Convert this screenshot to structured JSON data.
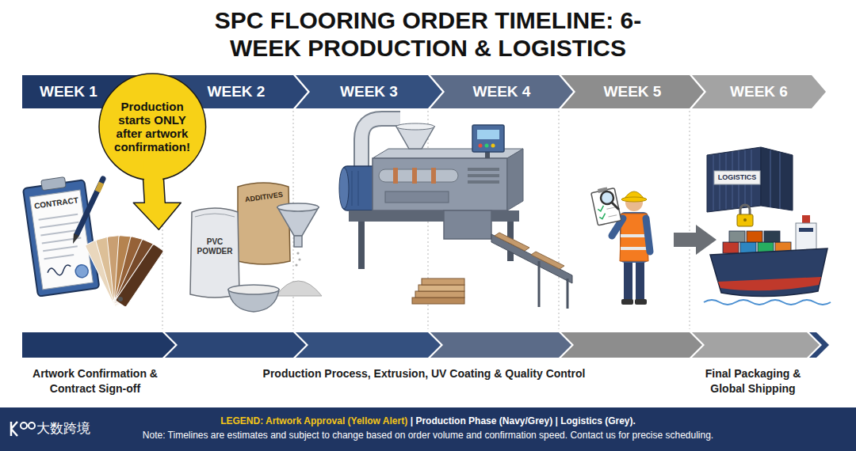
{
  "diagram": {
    "title": "SPC FLOORING ORDER TIMELINE: 6-WEEK PRODUCTION & LOGISTICS",
    "nodes": [
      {
        "text": [
          "WEEK 1"
        ]
      },
      {
        "text": [
          "WEEK 2"
        ]
      },
      {
        "text": [
          "WEEK 3"
        ]
      },
      {
        "text": [
          "WEEK 4"
        ]
      },
      {
        "text": [
          "WEEK 5"
        ]
      },
      {
        "text": [
          "WEEK 6"
        ]
      },
      {
        "text": [
          "Production starts ONLY after artwork confirmation!"
        ]
      },
      {
        "text": [
          "LEGEND: Artwork Approval (Yellow Alert)",
          "| Production Phase (Navy/Grey) | Logistics (Grey).",
          "Note: Timelines are estimates and subject to change based on order volume and confirmation speed. Contact us for precise scheduling."
        ]
      }
    ],
    "labels": [
      "CONTRACT",
      "PVC POWDER",
      "ADDITIVES",
      "LOGISTICS",
      "Artwork Confirmation & Contract Sign-off",
      "Production Process, Extrusion, UV Coating & Quality Control",
      "Final Packaging & Global Shipping",
      "大数跨境"
    ]
  }
}
